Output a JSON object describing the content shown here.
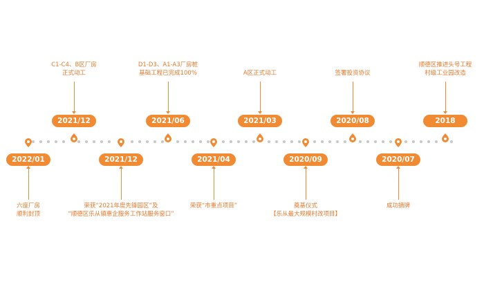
{
  "milestones": [
    {
      "date": "2022/01",
      "text": [
        "六座厂房",
        "顺利封顶"
      ]
    },
    {
      "date": "2021/12",
      "text": [
        "C1-C4、B区厂房",
        "正式动工"
      ]
    },
    {
      "date": "2021/12",
      "text": [
        "荣获“2021年度先锋园区”及",
        "“顺德区乐从镇惠企服务工作站服务窗口”"
      ]
    },
    {
      "date": "2021/06",
      "text": [
        "D1-D3、A1-A3厂房桩",
        "基础工程已完成100%"
      ]
    },
    {
      "date": "2021/04",
      "text": [
        "荣获“市重点项目”"
      ]
    },
    {
      "date": "2021/03",
      "text": [
        "A区正式动工"
      ]
    },
    {
      "date": "2020/09",
      "text": [
        "奠基仪式",
        "【乐从最大规模村改项目】"
      ]
    },
    {
      "date": "2020/08",
      "text": [
        "签署投资协议"
      ]
    },
    {
      "date": "2020/07",
      "text": [
        "成功摘牌"
      ]
    },
    {
      "date": "2018",
      "text": [
        "顺德区推进头号工程",
        "村级工业园改造"
      ]
    }
  ],
  "colors": {
    "accent": "#F08A33",
    "text": "#E8782A",
    "dots": "#c7c7c7"
  },
  "icons": {
    "marker": "map-pin-icon"
  }
}
